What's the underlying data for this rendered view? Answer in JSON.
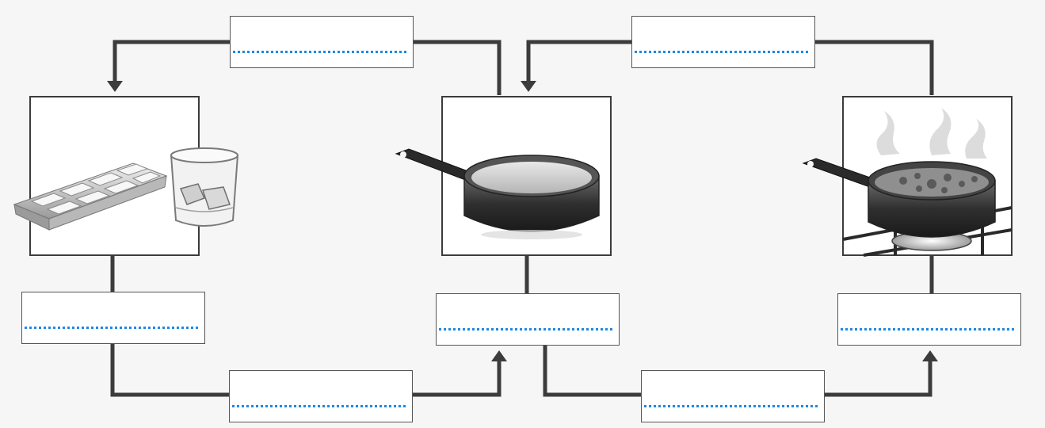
{
  "colors": {
    "connector": "#3c3c3c",
    "blank_line": "#1e88e5",
    "box_border": "#555555",
    "background": "#f6f6f6"
  },
  "stages": [
    {
      "name": "ice",
      "icons": [
        "ice-cube-tray-icon",
        "glass-with-ice-icon"
      ]
    },
    {
      "name": "water",
      "icons": [
        "saucepan-with-water-icon"
      ]
    },
    {
      "name": "steam",
      "icons": [
        "boiling-pot-on-burner-icon"
      ]
    }
  ],
  "blanks": {
    "top_left": "",
    "top_right": "",
    "state_ice": "",
    "state_water": "",
    "state_steam": "",
    "bottom_left": "",
    "bottom_right": ""
  }
}
